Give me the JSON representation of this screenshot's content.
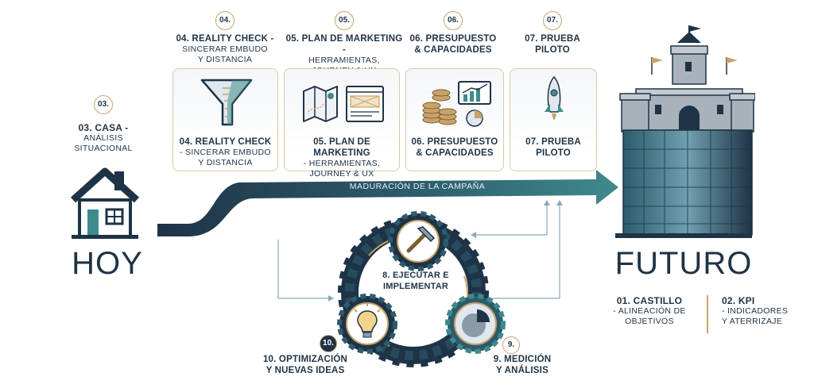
{
  "colors": {
    "navy": "#1f3346",
    "teal": "#3f8a8c",
    "gold": "#c9a36b",
    "card_border": "#d9c9a8"
  },
  "casa": {
    "number": "03.",
    "title": "03. CASA -",
    "subtitle_line1": "ANÁLISIS",
    "subtitle_line2": "SITUACIONAL",
    "icon": "house-icon"
  },
  "hoy": "HOY",
  "futuro": "FUTURO",
  "arrow_label": "MADURACIÓN DE LA CAMPAÑA",
  "steps": [
    {
      "number": "04.",
      "header_title": "04. REALITY CHECK -",
      "header_sub1": "SINCERAR EMBUDO",
      "header_sub2": "Y DISTANCIA",
      "card_title": "04. REALITY CHECK",
      "card_sub1": "- SINCERAR EMBUDO",
      "card_sub2": "Y DISTANCIA",
      "icon": "funnel-icon"
    },
    {
      "number": "05.",
      "header_title": "05. PLAN DE MARKETING -",
      "header_sub1": "HERRAMIENTAS,",
      "header_sub2": "JOURNEY & UX",
      "card_title": "05. PLAN DE MARKETING",
      "card_sub1": "- HERRAMIENTAS,",
      "card_sub2": "JOURNEY & UX",
      "icon": "map-browser-icon"
    },
    {
      "number": "06.",
      "header_title": "06. PRESUPUESTO",
      "header_sub1": "& CAPACIDADES",
      "header_sub2": "",
      "card_title": "06. PRESUPUESTO",
      "card_sub1": "& CAPACIDADES",
      "card_sub2": "",
      "icon": "coins-chart-icon"
    },
    {
      "number": "07.",
      "header_title": "07. PRUEBA",
      "header_sub1": "PILOTO",
      "header_sub2": "",
      "card_title": "07. PRUEBA",
      "card_sub1": "PILOTO",
      "card_sub2": "",
      "icon": "rocket-icon"
    }
  ],
  "cycle": {
    "ejecutar": {
      "line1": "8. EJECUTAR E",
      "line2": "IMPLEMENTAR",
      "icon": "hammer-icon"
    },
    "medicion": {
      "number": "9.",
      "line1": "9. MEDICIÓN",
      "line2": "Y ANÁLISIS",
      "icon": "pie-chart-icon"
    },
    "optimizacion": {
      "number": "10.",
      "line1": "10. OPTIMIZACIÓN",
      "line2": "Y NUEVAS IDEAS",
      "icon": "lightbulb-icon"
    }
  },
  "castillo": {
    "title": "01. CASTILLO",
    "sub1": "- ALINEACIÓN DE",
    "sub2": "OBJETIVOS",
    "icon": "castle-tower-icon"
  },
  "kpi": {
    "title": "02. KPI",
    "sub1": "- INDICADORES",
    "sub2": "Y ATERRIZAJE"
  }
}
